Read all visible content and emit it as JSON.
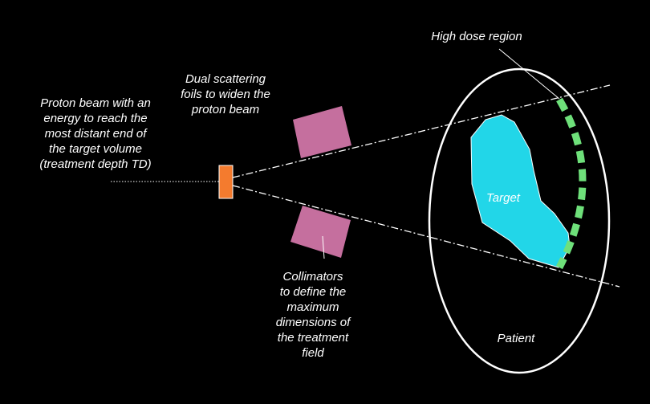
{
  "labels": {
    "proton_beam": "Proton beam with an\nenergy to reach the\nmost distant end of\nthe target volume\n(treatment depth TD)",
    "dual_scattering": "Dual scattering\nfoils to widen the\nproton beam",
    "collimators": "Collimators\nto define the\nmaximum\ndimensions of\nthe treatment\nfield",
    "high_dose_region": "High dose region",
    "target": "Target",
    "patient": "Patient"
  },
  "colors": {
    "background": "#000000",
    "text": "#ffffff",
    "scattering_foil": "#f47b2e",
    "collimator": "#c56f9e",
    "target": "#22d6e8",
    "high_dose": "#6ee07a",
    "outline": "#ffffff"
  }
}
